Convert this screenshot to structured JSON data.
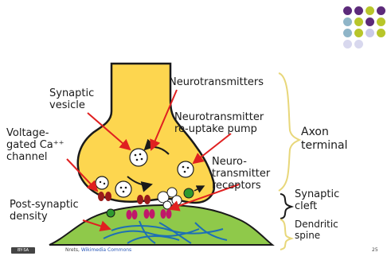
{
  "labels": {
    "synaptic_vesicle": "Synaptic\nvesicle",
    "neurotransmitters": "Neurotransmitters",
    "reuptake_pump": "Neurotransmitter\nre-uptake pump",
    "voltage_gated": "Voltage-\ngated Ca⁺⁺\nchannel",
    "neuro_receptors": "Neuro-\ntransmitter\nreceptors",
    "post_synaptic_density": "Post-synaptic\ndensity",
    "axon_terminal": "Axon\nterminal",
    "synaptic_cleft": "Synaptic\ncleft",
    "dendritic_spine": "Dendritic\nspine"
  },
  "footer": {
    "badge": "BY-SA",
    "credit_author": "Nrets, ",
    "credit_link": "Wikimedia Commons",
    "page_number": "25"
  },
  "colors": {
    "terminal_fill": "#fdd64f",
    "terminal_stroke": "#1a1a1a",
    "spine_fill": "#8fc94a",
    "arrow_red": "#e02020",
    "bracket": "#e8d77a",
    "channel": "#9a1a1a",
    "receptor": "#c0186a",
    "pump": "#2f9a2f",
    "dendrite_lines": "#1e6fb5"
  },
  "decor_dots": [
    "#5c2a7a",
    "#5c2a7a",
    "#b8c62a",
    "#5c2a7a",
    "#8fb5c8",
    "#b8c62a",
    "#5c2a7a",
    "#b8c62a",
    "#8fb5c8",
    "#b8c62a",
    "#c9c9e8",
    "#b8c62a",
    "#d8d8ee",
    "#d8d8ee"
  ]
}
